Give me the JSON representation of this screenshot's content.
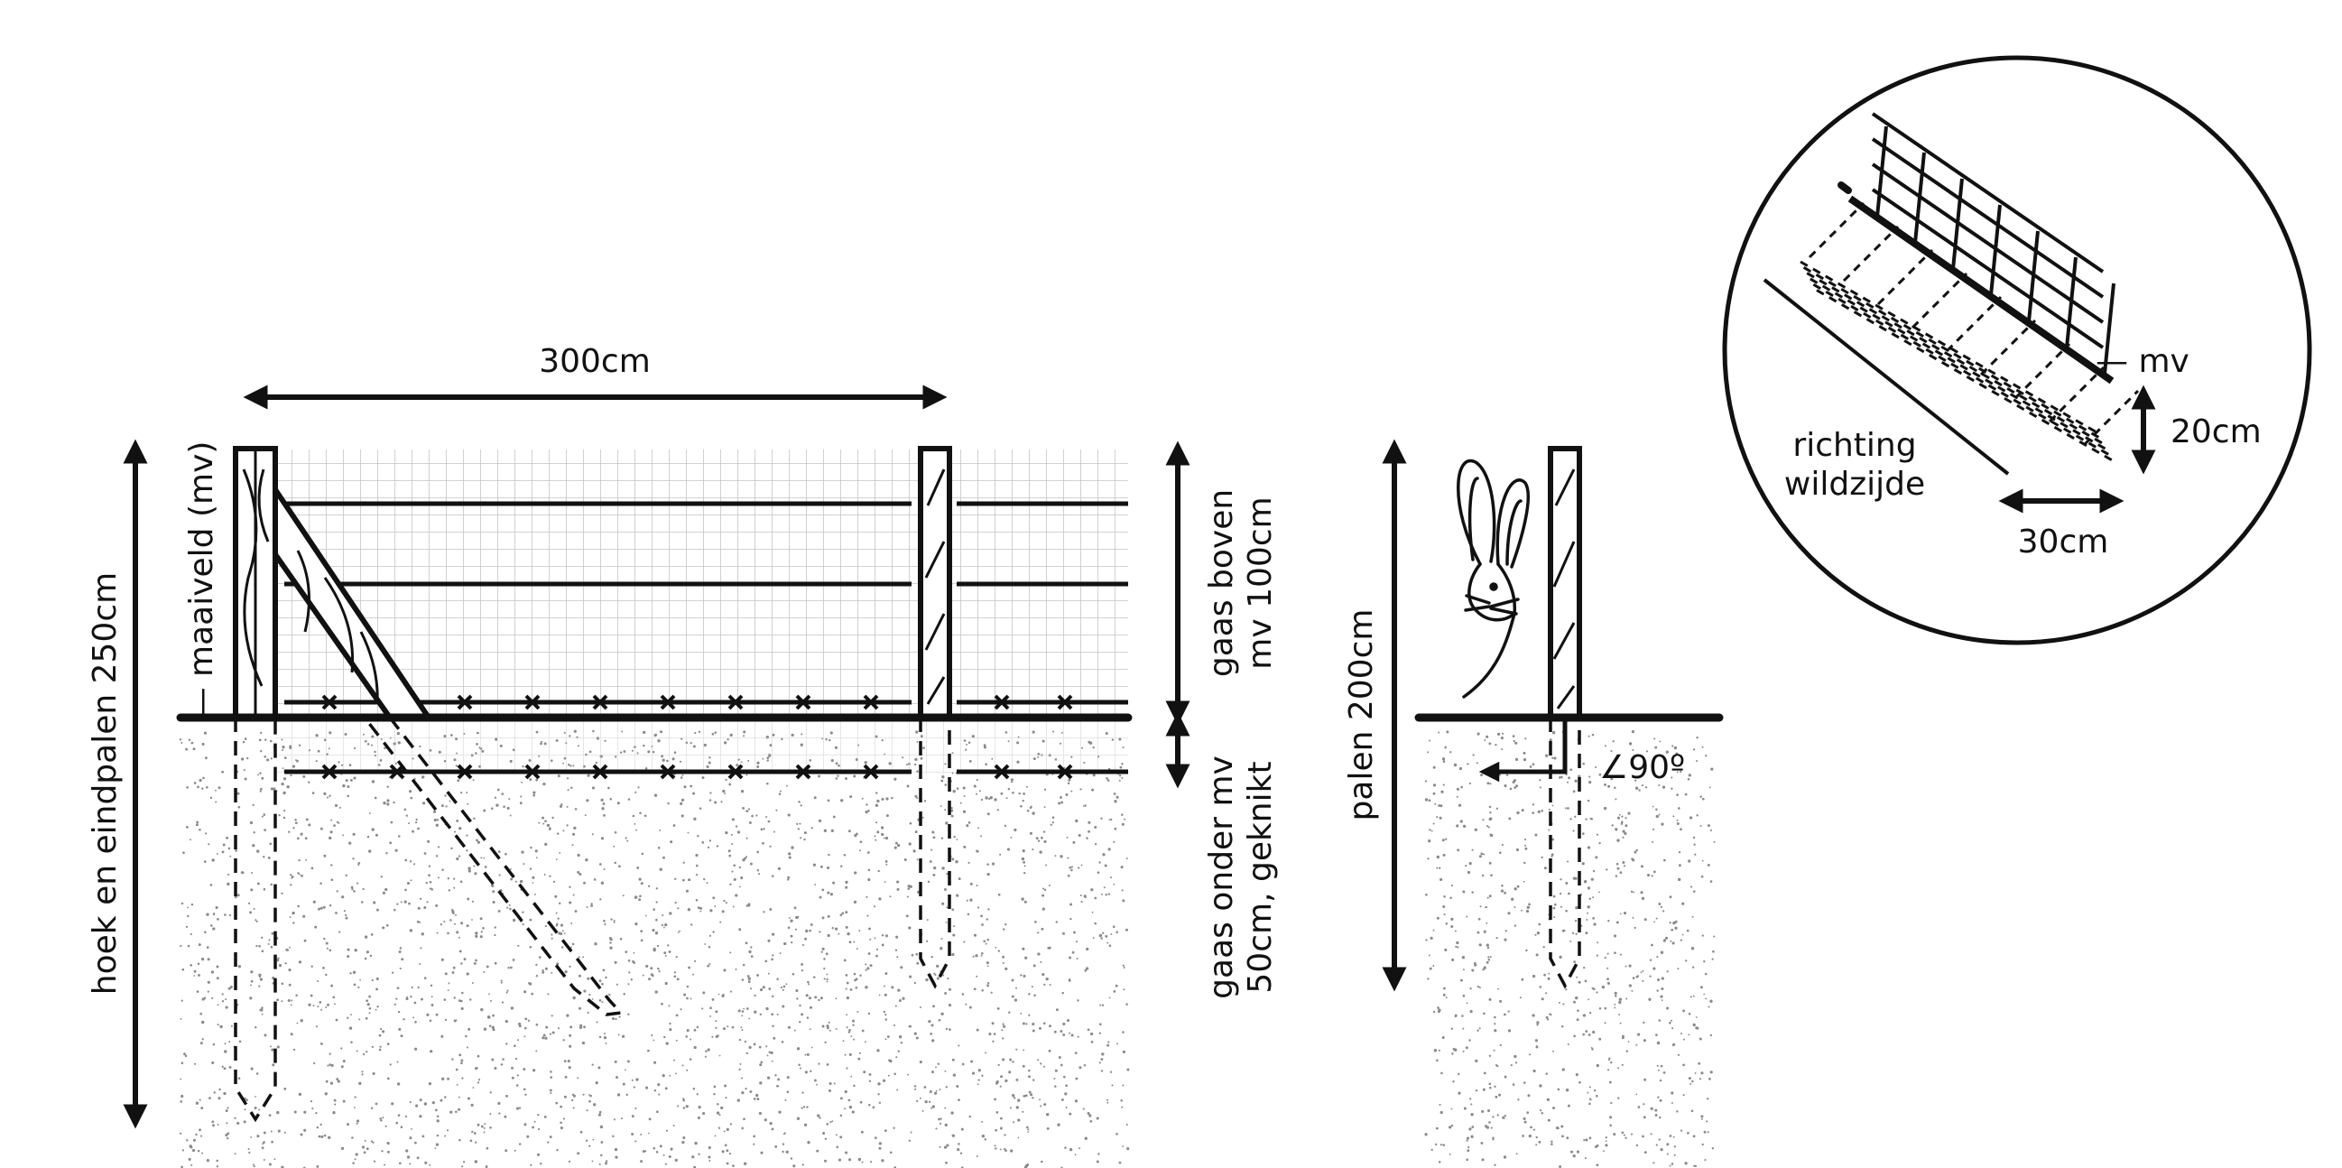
{
  "main_view": {
    "span_label": "300cm",
    "ground_label": "— maaiveld (mv)",
    "post_height_label": "hoek en eindpalen 250cm",
    "mesh_above_label_1": "gaas boven",
    "mesh_above_label_2": "mv 100cm",
    "mesh_below_label_1": "gaas onder mv",
    "mesh_below_label_2": "50cm, geknikt"
  },
  "side_view": {
    "post_height_label": "palen 200cm",
    "angle_label": "∠90º"
  },
  "detail": {
    "mv_label": "— mv",
    "depth_label": "20cm",
    "width_label": "30cm",
    "direction_label_1": "richting",
    "direction_label_2": "wildzijde"
  },
  "colors": {
    "ink": "#111111",
    "grid": "#c4c4c4",
    "soil_dots": "#8a8a8a"
  }
}
